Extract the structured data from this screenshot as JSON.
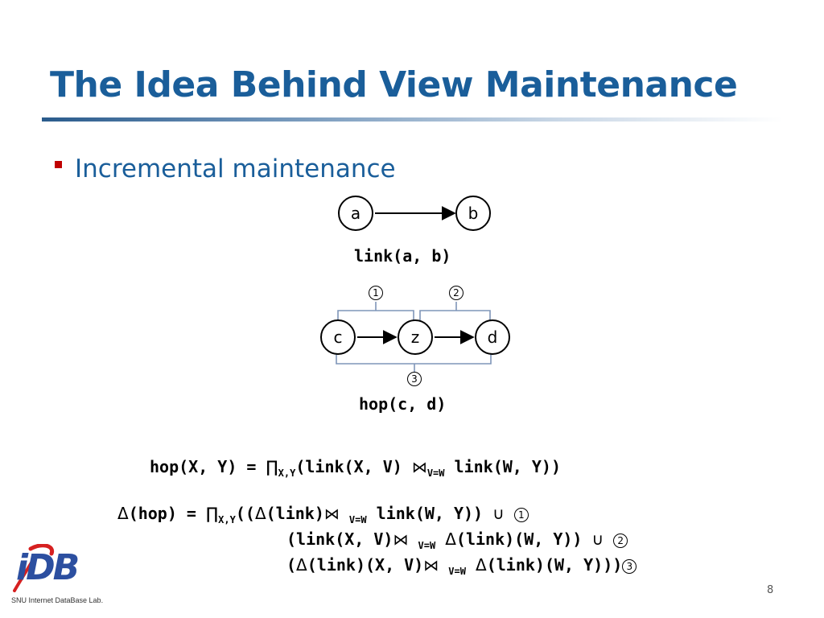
{
  "slide": {
    "title": "The Idea Behind View Maintenance",
    "bullet": "Incremental maintenance",
    "page_number": "8",
    "accent_title_color": "#1a5e9a",
    "bullet_color": "#c00000"
  },
  "graph_top": {
    "nodes": [
      "a",
      "b"
    ],
    "caption": "link(a, b)"
  },
  "graph_bottom": {
    "nodes": [
      "c",
      "z",
      "d"
    ],
    "markers": [
      "1",
      "2",
      "3"
    ],
    "caption": "hop(c, d)"
  },
  "formula": {
    "line1": {
      "lhs": "hop(X, Y) = ",
      "proj": "∏",
      "proj_sub": "X,Y",
      "a": "(link(X, V)",
      "join": "⋈",
      "join_sub": "V=W",
      "b": " link(W, Y))"
    },
    "line2": {
      "delta": "Δ",
      "lhs": "(hop) = ",
      "proj": "∏",
      "proj_sub": "X,Y",
      "a": "((",
      "delta2": "Δ",
      "b": "(link)",
      "join": "⋈",
      "join_sub": "V=W",
      "c": " link(W, Y))",
      "union": "∪",
      "marker": "1"
    },
    "line3": {
      "a": "(link(X, V)",
      "join": "⋈",
      "join_sub": "V=W",
      "delta": "Δ",
      "b": "(link)(W, Y))",
      "union": "∪",
      "marker": "2"
    },
    "line4": {
      "a": "(",
      "delta": "Δ",
      "b": "(link)(X, V)",
      "join": "⋈",
      "join_sub": "V=W",
      "delta2": "Δ",
      "c": "(link)(W, Y)))",
      "marker": "3"
    }
  },
  "logo": {
    "letters": "iDB",
    "caption": "SNU Internet DataBase Lab."
  }
}
